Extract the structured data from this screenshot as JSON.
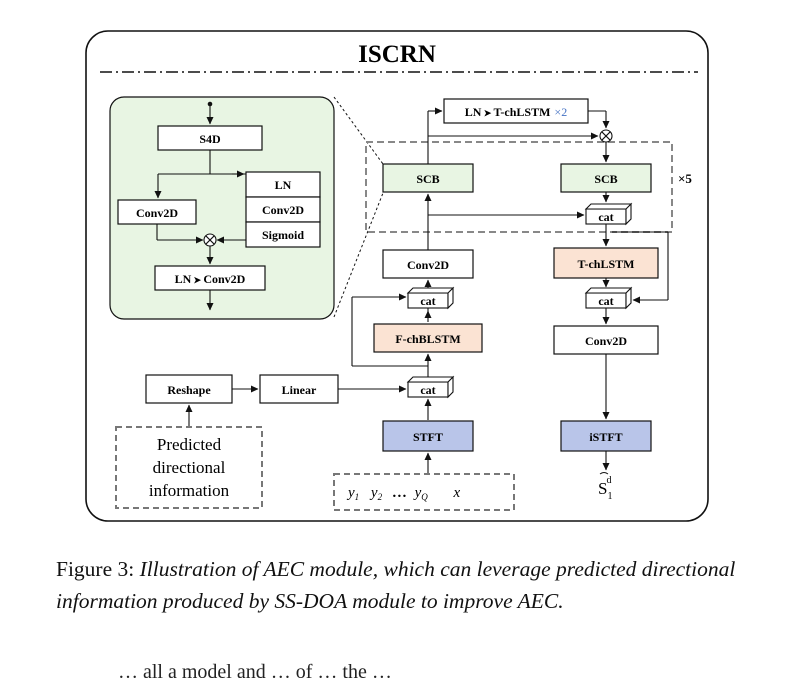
{
  "title": "ISCRN",
  "blocks": {
    "lstm_top": "LN",
    "lstm_top_rest": "T-chLSTM",
    "times2": "×2",
    "scb_left": "SCB",
    "scb_right": "SCB",
    "times5": "×5",
    "cat_1": "cat",
    "conv2d_left": "Conv2D",
    "tchlstm": "T-chLSTM",
    "cat_2": "cat",
    "cat_3": "cat",
    "fchblstm": "F-chBLSTM",
    "conv2d_right": "Conv2D",
    "reshape": "Reshape",
    "linear": "Linear",
    "cat_4": "cat",
    "stft": "STFT",
    "istft": "iSTFT",
    "predicted": [
      "Predicted",
      "directional",
      "information"
    ],
    "inputs": [
      "y",
      "1",
      "y",
      "2",
      "…",
      "y",
      "Q",
      "x"
    ],
    "output": [
      "S",
      "1",
      "d"
    ]
  },
  "inset": {
    "s4d": "S4D",
    "ln": "LN",
    "conv2d_small": "Conv2D",
    "sigmoid": "Sigmoid",
    "conv2d_left": "Conv2D",
    "ln_conv": "LN",
    "ln_conv_rest": "Conv2D"
  },
  "colors": {
    "green": "#e8f5e3",
    "orange": "#fbe3d3",
    "blue": "#b9c5e9",
    "line": "#111111",
    "dash": "#777777",
    "accent": "#4472c4"
  },
  "caption": {
    "label": "Figure 3:",
    "text": "Illustration of AEC module, which can leverage predicted directional information produced by SS-DOA module to improve AEC."
  },
  "bottom_text": "… all a model and … of … the … "
}
